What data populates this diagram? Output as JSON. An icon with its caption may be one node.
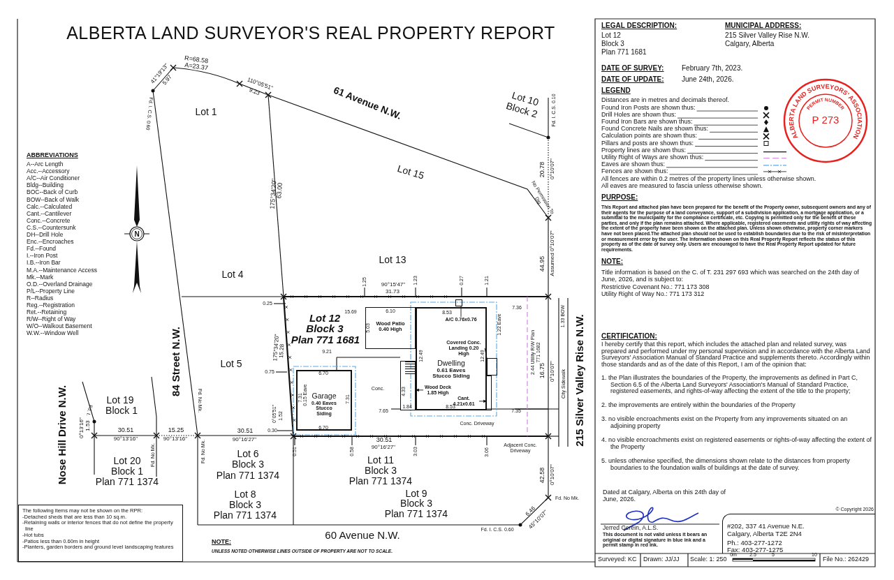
{
  "diagram": {
    "title": "ALBERTA LAND SURVEYOR'S REAL PROPERTY REPORT",
    "nodes": [
      {
        "text": [
          "Garage",
          "0.40 Eaves Stucco Siding"
        ]
      },
      {
        "text": [
          "Dwelling",
          "0.61 Eaves Stucco Siding"
        ]
      },
      {
        "text": [
          "Wood Patio 0.40 High"
        ]
      },
      {
        "text": [],
        "shape": "box"
      },
      {
        "text": [],
        "shape": "box"
      },
      {
        "text": [
          "Covered Conc. Landing 0.20 High"
        ],
        "in": 1
      },
      {
        "text": [
          "Wood Deck 1.85 High"
        ],
        "in": 1
      },
      {
        "text": [
          "Cant. 4.21x0.61"
        ],
        "in": 1
      },
      {
        "text": [],
        "shape": "box"
      },
      {
        "text": [
          "A/C 0.76x0.76"
        ],
        "in": 1
      },
      {
        "text": [
          "The following items may not be shown on the RPR:",
          "-Detached sheds that are less than 10 sq.m.",
          "-Retaining walls or interior fences that do not define the property line",
          "-Hot tubs",
          "-Patios less than 0.60m in height",
          "-Planters, garden borders and ground level landscaping features"
        ]
      },
      {
        "text": [
          "ALBERTA LAND SURVEYORS' ASSOCIATION",
          "PERMIT NUMBER",
          "P 273"
        ]
      },
      {
        "text": [
          "#202, 337 41 Avenue N.E.",
          "Calgary, Alberta T2E 2N4",
          "Ph.: 403-277-1272",
          "Fax: 403-277-1275"
        ]
      },
      {
        "text": [],
        "shape": "bar"
      }
    ],
    "edges": [
      {
        "from": 5,
        "to": 4,
        "arrow": "none"
      },
      {
        "from": 6,
        "to": 3,
        "arrow": "to"
      },
      {
        "from": 7,
        "to": 13,
        "arrow": "to"
      },
      {
        "from": 9,
        "to": 8,
        "arrow": "none"
      }
    ],
    "labels": [
      "R=68.58",
      "A=23.37",
      "41°19'13\"",
      "5.97",
      "110°05'51\"",
      "9.23",
      "Fd. I. C.S. 0.60",
      "Lot 1",
      "61 Avenue N.W.",
      "Lot 10",
      "Block 2",
      "Fd. I. C.S. 0.10",
      "20.78",
      "0°10'07\"",
      "Lot 15",
      "175°34'20\"",
      "63.00",
      "No Permission To Dig",
      "Lot 13",
      "Lot 4",
      "44.95",
      "Assumed 0°10'07\"",
      "1.25",
      "90°15'47\"",
      "31.73",
      "1.23",
      "0.27",
      "1.21",
      "0.25",
      "15.69",
      "Lot 12",
      "Block 3",
      "Plan 771 1681",
      "6.10",
      "8.53",
      "7.36",
      "1.22 Eave",
      "1.33 BOW",
      "5.03",
      "2.44 Utility R/W Plan 771 1682",
      "215 Silver Valley Rise N.W.",
      "84 Street N.W.",
      "175°34'20\"",
      "15.28",
      "9.21",
      "Lot 5",
      "12.49",
      "12.49",
      "0.75",
      "6.70",
      "Conc.",
      "City Sidewalk",
      "16.75",
      "0°10'07\"",
      "7.31",
      "0.15 Eave",
      "7.31",
      "4.33",
      "0°05'51\"",
      "1.52",
      "7.65",
      "1.84",
      "8.53",
      "7.35",
      "Conc. Driveway",
      "6.70",
      "0.30",
      "0°13'16\"",
      "1.53",
      "Fd. I.",
      "Lot 19",
      "Block 1",
      "Fd. No Mk.",
      "30.51",
      "90°13'16\"",
      "15.25",
      "90°13'16\"",
      "30.51",
      "90°16'27\"",
      "30.51",
      "90°16'27\"",
      "0.51",
      "0.58",
      "3.03",
      "3.06",
      "Adjacent Conc. Driveway",
      "Nose Hill Drive N.W.",
      "Fd. No Mk.",
      "Fd. No Mk.",
      "Lot 6",
      "Block 3",
      "Plan 771 1374",
      "Lot 11",
      "Block 3",
      "Plan 771 1374",
      "Lot 20",
      "Block 1",
      "Plan 771 1374",
      "42.58",
      "0°10'07\"",
      "Fd. No Mk.",
      "Lot 8",
      "Block 3",
      "Plan 771 1374",
      "Lot 9",
      "Block 3",
      "Plan 771 1374",
      "6.46",
      "45°10'07\"",
      "Fd. I. C.S. 0.60",
      "60 Avenue N.W.",
      "NOTE:",
      "UNLESS NOTED OTHERWISE LINES OUTSIDE OF PROPERTY ARE NOT TO SCALE.",
      "ABBREVIATIONS",
      "A--Arc Length",
      "Acc.--Accessory",
      "A/C--Air Conditioner",
      "Bldg--Building",
      "BOC--Back of Curb",
      "BOW--Back of Walk",
      "Calc.--Calculated",
      "Cant.--Cantilever",
      "Conc.--Concrete",
      "C.S.--Countersunk",
      "DH--Drill Hole",
      "Enc.--Encroaches",
      "Fd.--Found",
      "I.--Iron Post",
      "I.B.--Iron Bar",
      "M.A.--Maintenance Access",
      "Mk.--Mark",
      "O.D.--Overland Drainage",
      "P/L--Property Line",
      "R--Radius",
      "Reg.--Registration",
      "Ret.--Retaining",
      "R/W--Right of Way",
      "W/O--Walkout Basement",
      "W.W.--Window Well",
      "LEGAL DESCRIPTION:",
      "Lot 12",
      "Block 3",
      "Plan 771 1681",
      "MUNICIPAL ADDRESS:",
      "215 Silver Valley Rise N.W.",
      "Calgary, Alberta",
      "DATE OF SURVEY:",
      "February 7th, 2023.",
      "DATE OF UPDATE:",
      "June 24th, 2026.",
      "LEGEND",
      "Distances are in metres and decimals thereof.",
      "All fences are within 0.2 metres of the property lines unless otherwise shown.",
      "All eaves are measured to fascia unless otherwise shown.",
      "PURPOSE:",
      "This Report and attached plan have been prepared for the benefit of the Property owner, subsequent owners and any of their agents for the purpose of a land conveyance, support of a subdivision application, a mortgage application, or a submittal to the municipality for the compliance certificate, etc. Copying is permitted only for the benefit of these parties, and only if the plan remains attached. Where applicable, registered easements and utility rights of way affecting the extent of the property have been shown on the attached plan. Unless shown otherwise, property corner markers have not been placed.The attached plan should not be used to establish boundaries due to the risk of misinterpretation or measurement error by the user. The information shown on this Real Property Report reflects the status of this property as of the date of survey only. Users are encouraged to have the Real Property Report updated for future requirements.",
      "NOTE:",
      "Title information is based on the C. of T. 231 297 693 which was searched on the 24th day of June, 2026, and is subject to:",
      "Restrictive Covenant No.: 771 173 308",
      "Utility Right of Way No.: 771 173 312",
      "CERTIFICATION:",
      "I hereby certify that this report, which includes the attached plan and related survey, was prepared and performed under my personal supervision and in accordance with the Alberta Land Surveyors' Association Manual of Standard Practice and supplements thereto. Accordingly within those standards and as of the date of this Report, I am of the opinion that:",
      "1. the Plan illustrates the boundaries of the Property, the improvements as defined in Part C, Section 6.5 of the Alberta Land Surveyors' Association's Manual of Standard Practice, registered easements, and rights-of-way affecting the extent of the title to the property;",
      "2. the improvements are entirely within the boundaries of the Property",
      "3. no visible encroachments exist on the Property from any improvements situated on an adjoining property",
      "4. no visible encroachments exist on registered easements or rights-of-way affecting the extent of the Property",
      "5. unless otherwise specified, the dimensions shown relate to the distances from property boundaries to the foundation walls of buildings at the date of survey.",
      "Dated at Calgary, Alberta on this 24th day of June, 2026.",
      "© Copyright 2026",
      "Jerred Gerein, A.L.S.",
      "This document is not valid unless it bears an original or digital signature in blue ink and a permit stamp in red ink.",
      "Surveyed: KC",
      "Drawn: JJ/JJ",
      "Scale: 1: 250",
      "0m",
      "2.5",
      "5",
      "10",
      "File No.: 262429",
      "N"
    ],
    "legend": [
      {
        "text": "Found Iron Posts are shown thus:"
      },
      {
        "text": "Drill Holes are shown thus:"
      },
      {
        "text": "Found Iron Bars are shown thus:"
      },
      {
        "text": "Found Concrete Nails are shown thus:"
      },
      {
        "text": "Calculation points are shown thus:"
      },
      {
        "text": "Pillars and posts are shown thus:"
      },
      {
        "text": "Property lines are shown thus:"
      },
      {
        "text": "Utility Right of Ways are shown thus:"
      },
      {
        "text": "Eaves are shown thus:"
      },
      {
        "text": "Fences are shown thus:"
      }
    ]
  }
}
